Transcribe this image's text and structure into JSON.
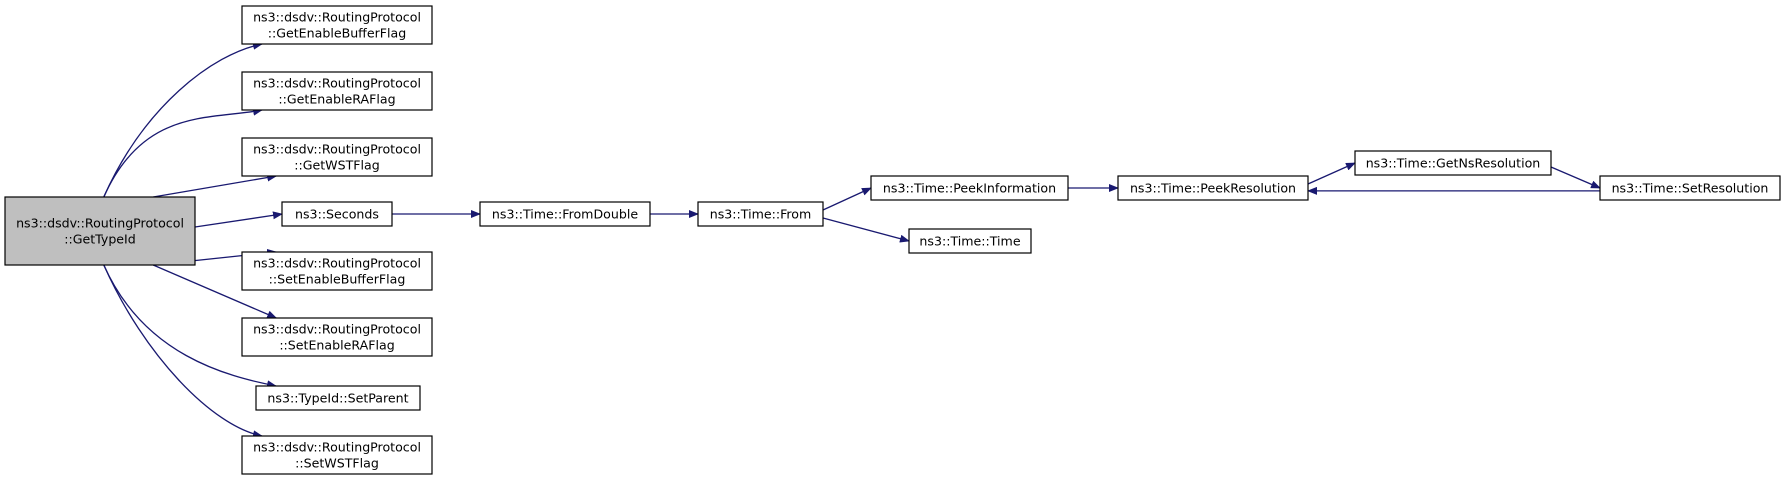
{
  "colors": {
    "edge": "#191970",
    "root_fill": "#bfbfbf",
    "node_fill": "#ffffff",
    "node_border": "#000000"
  },
  "nodes": {
    "root": [
      "ns3::dsdv::RoutingProtocol",
      "::GetTypeId"
    ],
    "get_enable_buffer_flag": [
      "ns3::dsdv::RoutingProtocol",
      "::GetEnableBufferFlag"
    ],
    "get_enable_ra_flag": [
      "ns3::dsdv::RoutingProtocol",
      "::GetEnableRAFlag"
    ],
    "get_wst_flag": [
      "ns3::dsdv::RoutingProtocol",
      "::GetWSTFlag"
    ],
    "seconds": [
      "ns3::Seconds"
    ],
    "set_enable_buffer_flag": [
      "ns3::dsdv::RoutingProtocol",
      "::SetEnableBufferFlag"
    ],
    "set_enable_ra_flag": [
      "ns3::dsdv::RoutingProtocol",
      "::SetEnableRAFlag"
    ],
    "set_parent": [
      "ns3::TypeId::SetParent"
    ],
    "set_wst_flag": [
      "ns3::dsdv::RoutingProtocol",
      "::SetWSTFlag"
    ],
    "from_double": [
      "ns3::Time::FromDouble"
    ],
    "from": [
      "ns3::Time::From"
    ],
    "peek_information": [
      "ns3::Time::PeekInformation"
    ],
    "time": [
      "ns3::Time::Time"
    ],
    "peek_resolution": [
      "ns3::Time::PeekResolution"
    ],
    "get_ns_resolution": [
      "ns3::Time::GetNsResolution"
    ],
    "set_resolution": [
      "ns3::Time::SetResolution"
    ]
  },
  "edges": [
    {
      "from": "root",
      "to": "get_enable_buffer_flag"
    },
    {
      "from": "root",
      "to": "get_enable_ra_flag"
    },
    {
      "from": "root",
      "to": "get_wst_flag"
    },
    {
      "from": "root",
      "to": "seconds"
    },
    {
      "from": "root",
      "to": "set_enable_buffer_flag"
    },
    {
      "from": "root",
      "to": "set_enable_ra_flag"
    },
    {
      "from": "root",
      "to": "set_parent"
    },
    {
      "from": "root",
      "to": "set_wst_flag"
    },
    {
      "from": "seconds",
      "to": "from_double"
    },
    {
      "from": "from_double",
      "to": "from"
    },
    {
      "from": "from",
      "to": "peek_information"
    },
    {
      "from": "from",
      "to": "time"
    },
    {
      "from": "peek_information",
      "to": "peek_resolution"
    },
    {
      "from": "peek_resolution",
      "to": "get_ns_resolution"
    },
    {
      "from": "get_ns_resolution",
      "to": "set_resolution"
    },
    {
      "from": "set_resolution",
      "to": "peek_resolution"
    }
  ]
}
